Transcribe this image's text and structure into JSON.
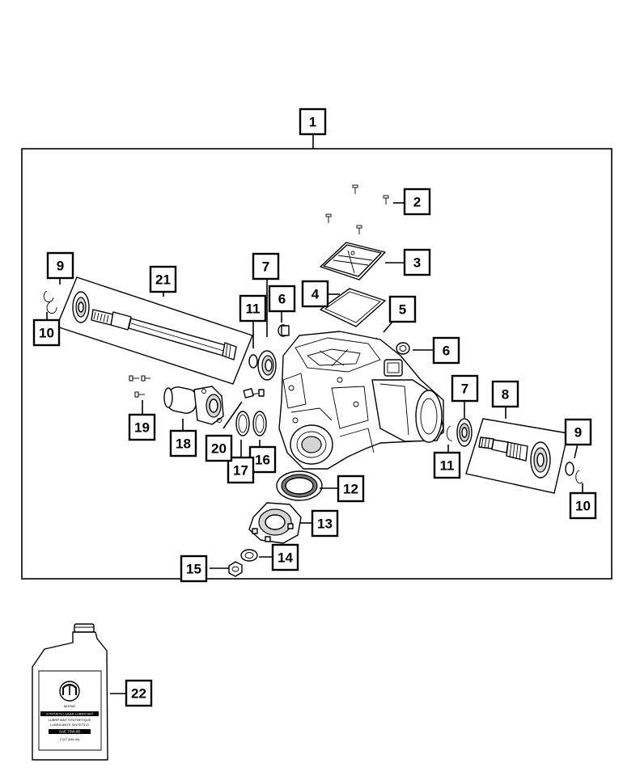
{
  "callouts": {
    "c1": "1",
    "c2": "2",
    "c3": "3",
    "c4": "4",
    "c5": "5",
    "c6a": "6",
    "c6b": "6",
    "c7a": "7",
    "c7b": "7",
    "c8": "8",
    "c9a": "9",
    "c9b": "9",
    "c10a": "10",
    "c10b": "10",
    "c11a": "11",
    "c11b": "11",
    "c12": "12",
    "c13": "13",
    "c14": "14",
    "c15": "15",
    "c16": "16",
    "c17": "17",
    "c18": "18",
    "c19": "19",
    "c20": "20",
    "c21": "21",
    "c22": "22"
  },
  "fluid_bottle": {
    "brand": "MOPAR",
    "label_line1": "SYNTHETIC GEAR LUBRICANT",
    "label_line2": "LUBRIFIANT SYNTHETIQUE",
    "label_line3": "LUBRICANTE SINTETICO",
    "label_line4": "SAE 75W-85",
    "label_line5": "1 QT (946 ml)"
  },
  "colors": {
    "line": "#000000",
    "background": "#ffffff",
    "shade": "#d4d4d4"
  }
}
